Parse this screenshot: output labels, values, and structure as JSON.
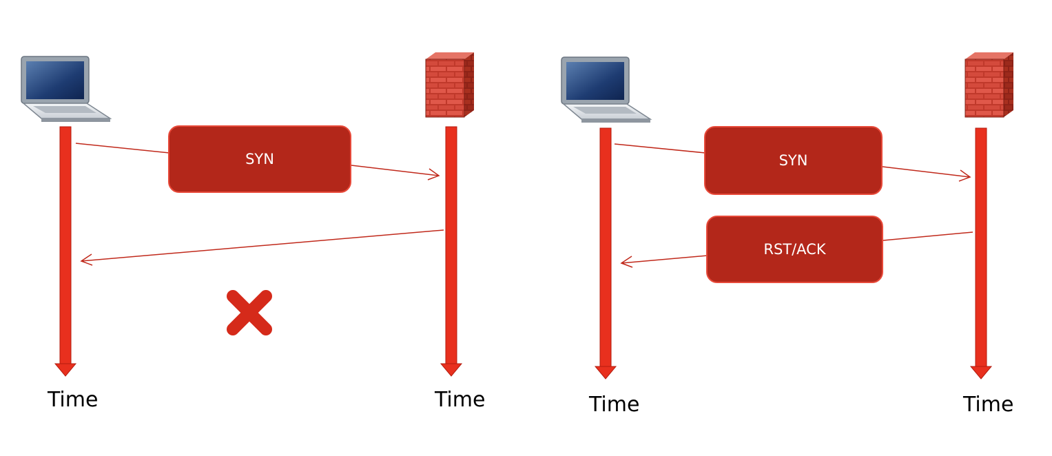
{
  "diagrams": [
    {
      "client": {
        "icon": "laptop-icon"
      },
      "server": {
        "icon": "firewall-icon"
      },
      "time_labels": [
        "Time",
        "Time"
      ],
      "messages": [
        {
          "label": "SYN",
          "direction": "client-to-server"
        },
        {
          "label": "",
          "direction": "server-to-client"
        }
      ],
      "result_icon": "cross-icon"
    },
    {
      "client": {
        "icon": "laptop-icon"
      },
      "server": {
        "icon": "firewall-icon"
      },
      "time_labels": [
        "Time",
        "Time"
      ],
      "messages": [
        {
          "label": "SYN",
          "direction": "client-to-server"
        },
        {
          "label": "RST/ACK",
          "direction": "server-to-client"
        }
      ]
    }
  ],
  "colors": {
    "timeline": "#e8301e",
    "timeline_edge": "#b31b0e",
    "message_box": "#b3271a",
    "message_box_border": "#e84a3a",
    "arrow_line": "#c0281a",
    "cross": "#d52a1a"
  }
}
